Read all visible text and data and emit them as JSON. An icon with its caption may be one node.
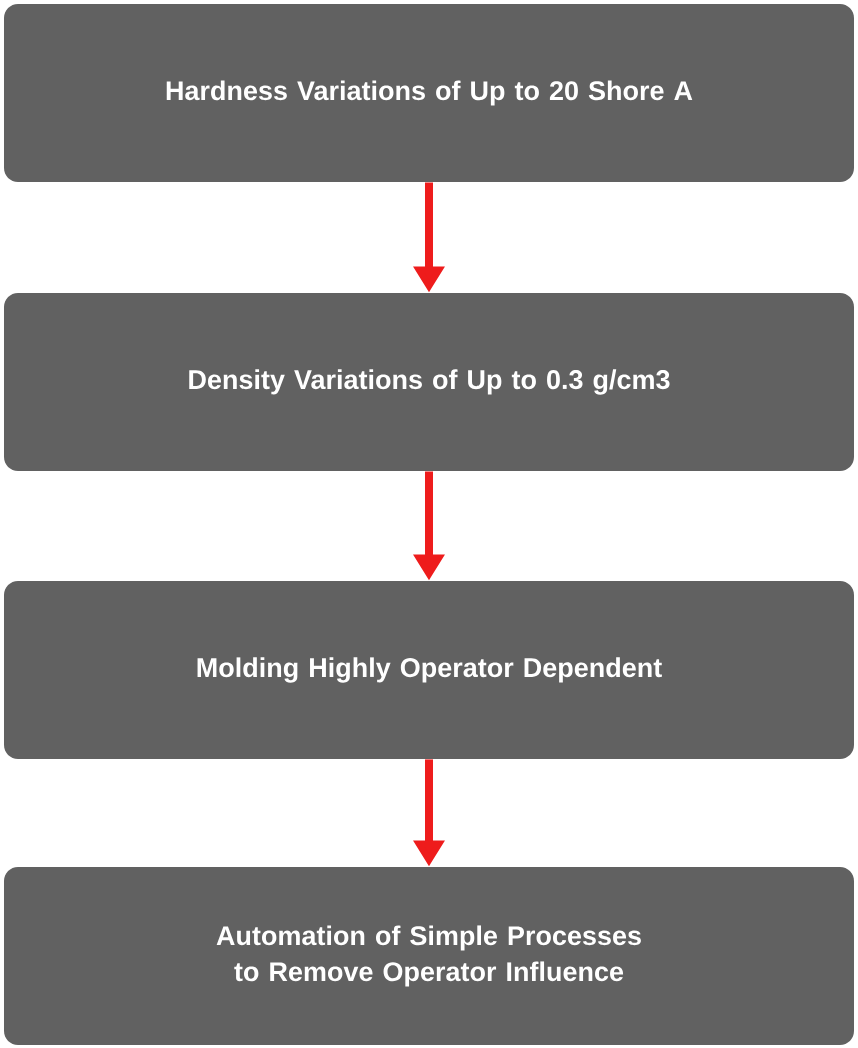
{
  "diagram": {
    "nodes": [
      {
        "text": [
          "Hardness Variations of Up to 20 Shore A"
        ]
      },
      {
        "text": [
          "Density Variations of Up to 0.3 g/cm3"
        ]
      },
      {
        "text": [
          "Molding Highly Operator Dependent"
        ]
      },
      {
        "text": [
          "Automation of Simple Processes to Remove Operator Influence"
        ]
      }
    ],
    "edges": [
      {
        "from": 0,
        "to": 1,
        "arrow": "to"
      },
      {
        "from": 1,
        "to": 2,
        "arrow": "to"
      },
      {
        "from": 2,
        "to": 3,
        "arrow": "to"
      }
    ]
  }
}
